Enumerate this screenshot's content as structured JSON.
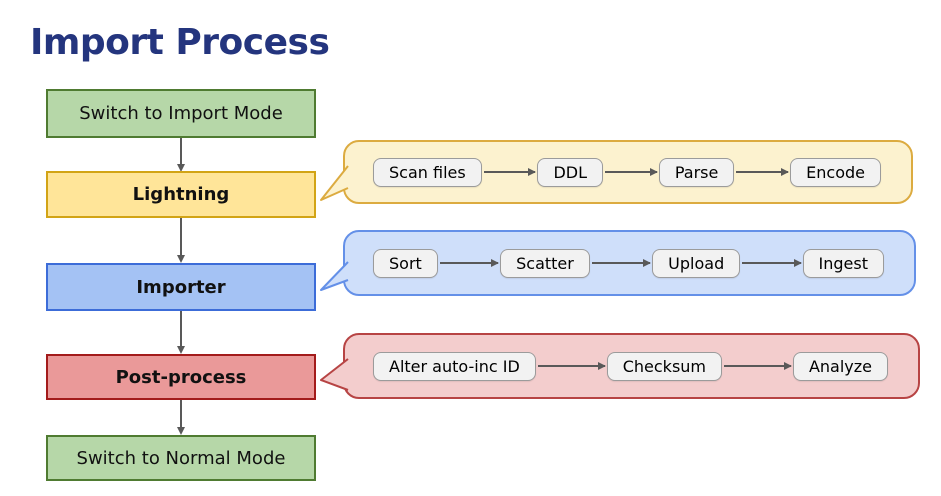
{
  "title": "Import Process",
  "flow": {
    "steps": [
      {
        "label": "Switch to Import Mode",
        "variant": "green"
      },
      {
        "label": "Lightning",
        "variant": "yellow"
      },
      {
        "label": "Importer",
        "variant": "blue"
      },
      {
        "label": "Post-process",
        "variant": "red"
      },
      {
        "label": "Switch to Normal Mode",
        "variant": "green"
      }
    ]
  },
  "callouts": [
    {
      "for": "Lightning",
      "variant": "yellow",
      "steps": [
        "Scan files",
        "DDL",
        "Parse",
        "Encode"
      ]
    },
    {
      "for": "Importer",
      "variant": "blue",
      "steps": [
        "Sort",
        "Scatter",
        "Upload",
        "Ingest"
      ]
    },
    {
      "for": "Post-process",
      "variant": "red",
      "steps": [
        "Alter auto-inc ID",
        "Checksum",
        "Analyze"
      ]
    }
  ],
  "colors": {
    "title": "#24357e",
    "connector": "#595959",
    "chip_fill": "#f2f2f2",
    "chip_border": "#9b9b9b",
    "green_fill": "#b6d7a8",
    "green_border": "#4f7b31",
    "yellow_fill": "#ffe599",
    "yellow_border": "#d2a416",
    "blue_fill": "#a4c2f4",
    "blue_border": "#3c6cd8",
    "red_fill": "#ea9999",
    "red_border": "#a31b1b",
    "bubble_yellow_fill": "#fcf2cf",
    "bubble_yellow_border": "#dcab40",
    "bubble_blue_fill": "#cfdffa",
    "bubble_blue_border": "#6490e8",
    "bubble_red_fill": "#f3cdcd",
    "bubble_red_border": "#b74444"
  }
}
